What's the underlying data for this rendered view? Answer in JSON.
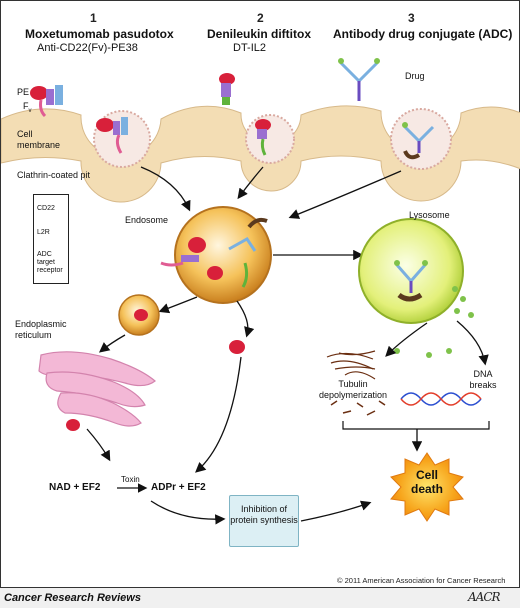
{
  "headers": [
    {
      "number": "1",
      "title": "Moxetumomab pasudotox",
      "subtitle": "Anti-CD22(Fv)-PE38"
    },
    {
      "number": "2",
      "title": "Denileukin diftitox",
      "subtitle": "DT-IL2"
    },
    {
      "number": "3",
      "title": "Antibody drug conjugate (ADC)",
      "subtitle": ""
    }
  ],
  "labels": {
    "pe": "PE",
    "fv": "F",
    "fv_sub": "v",
    "drug": "Drug",
    "cell_membrane": "Cell membrane",
    "clathrin_pit": "Clathrin-coated pit",
    "endosome": "Endosome",
    "lysosome": "Lysosome",
    "er": "Endoplasmic reticulum",
    "tubulin": "Tubulin depolymerization",
    "dna": "DNA breaks",
    "nad_ef2": "NAD + EF2",
    "toxin": "Toxin",
    "adpr_ef2": "ADPr + EF2",
    "inhibition": "Inhibition of protein synthesis",
    "cell_death": "Cell death"
  },
  "legend": {
    "items": [
      {
        "label": "CD22",
        "icon": "cd22-receptor-icon"
      },
      {
        "label": "L2R",
        "icon": "l2r-receptor-icon"
      },
      {
        "label": "ADC target receptor",
        "icon": "adc-target-receptor-icon"
      }
    ]
  },
  "footer": {
    "copyright": "© 2011 American Association for Cancer Research",
    "journal": "Cancer Research Reviews",
    "logo": "AACR"
  },
  "colors": {
    "membrane": "#f3ddb4",
    "pit": "#f7e9e4",
    "endosome": "#d89a2e",
    "lysosome": "#cde65a",
    "er": "#f3b8d6",
    "toxin": "#d8203a",
    "cd22": "#e05c93",
    "l2r": "#5fb33b",
    "adc_receptor": "#5b3a1e",
    "inhibition_box": "#dceff4",
    "cell_death": "#f6a21a"
  }
}
